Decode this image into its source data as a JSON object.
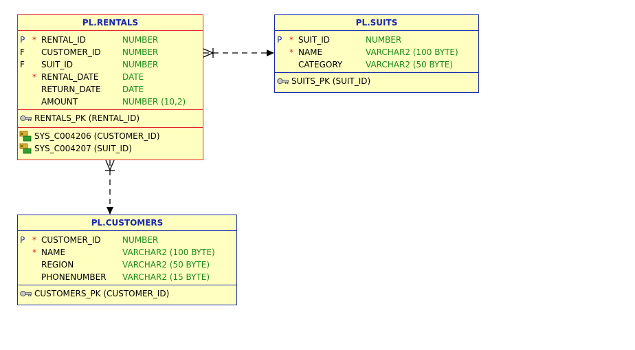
{
  "colors": {
    "entity_fill": "#ffffc0",
    "rentals_border": "#e02020",
    "other_border": "#1a2ab0",
    "title_text": "#1a2ab0",
    "type_text": "#1a8a1a",
    "mandatory_star": "#e02020"
  },
  "rentals": {
    "title": "PL.RENTALS",
    "columns": [
      {
        "flag": "P",
        "star": "*",
        "name": "RENTAL_ID",
        "type": "NUMBER"
      },
      {
        "flag": "F",
        "star": "",
        "name": "CUSTOMER_ID",
        "type": "NUMBER"
      },
      {
        "flag": "F",
        "star": "",
        "name": "SUIT_ID",
        "type": "NUMBER"
      },
      {
        "flag": "",
        "star": "*",
        "name": "RENTAL_DATE",
        "type": "DATE"
      },
      {
        "flag": "",
        "star": "",
        "name": "RETURN_DATE",
        "type": "DATE"
      },
      {
        "flag": "",
        "star": "",
        "name": "AMOUNT",
        "type": "NUMBER (10,2)"
      }
    ],
    "primary_key": "RENTALS_PK (RENTAL_ID)",
    "foreign_keys": [
      "SYS_C004206 (CUSTOMER_ID)",
      "SYS_C004207 (SUIT_ID)"
    ]
  },
  "suits": {
    "title": "PL.SUITS",
    "columns": [
      {
        "flag": "P",
        "star": "*",
        "name": "SUIT_ID",
        "type": "NUMBER"
      },
      {
        "flag": "",
        "star": "*",
        "name": "NAME",
        "type": "VARCHAR2 (100 BYTE)"
      },
      {
        "flag": "",
        "star": "",
        "name": "CATEGORY",
        "type": "VARCHAR2 (50 BYTE)"
      }
    ],
    "primary_key": "SUITS_PK (SUIT_ID)"
  },
  "customers": {
    "title": "PL.CUSTOMERS",
    "columns": [
      {
        "flag": "P",
        "star": "*",
        "name": "CUSTOMER_ID",
        "type": "NUMBER"
      },
      {
        "flag": "",
        "star": "*",
        "name": "NAME",
        "type": "VARCHAR2 (100 BYTE)"
      },
      {
        "flag": "",
        "star": "",
        "name": "REGION",
        "type": "VARCHAR2 (50 BYTE)"
      },
      {
        "flag": "",
        "star": "",
        "name": "PHONENUMBER",
        "type": "VARCHAR2 (15 BYTE)"
      }
    ],
    "primary_key": "CUSTOMERS_PK (CUSTOMER_ID)"
  },
  "icons": {
    "primary_key": "key-icon",
    "foreign_key": "foreign-key-icon",
    "relationship_end": "arrowhead-icon",
    "crows_foot": "crows-foot-icon"
  }
}
